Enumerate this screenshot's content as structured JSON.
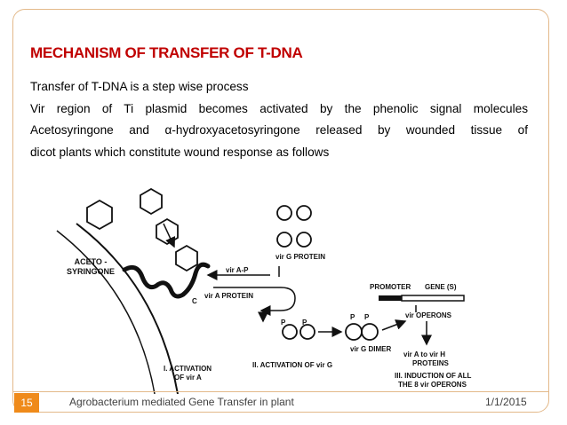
{
  "slide": {
    "title": "MECHANISM OF TRANSFER  OF  T-DNA",
    "lines": [
      "Transfer of T-DNA is a step wise process",
      "Vir region of Ti plasmid becomes activated by the phenolic signal molecules",
      "Acetosyringone and α-hydroxyacetosyringone released by wounded tissue of",
      "dicot plants  which constitute wound response as follows"
    ]
  },
  "figure": {
    "labels": {
      "aceto_line1": "ACETO -",
      "aceto_line2": "SYRINGONE",
      "vir_g_protein": "vir G PROTEIN",
      "vir_ap": "vir A-P",
      "c_label": "C",
      "vir_a_protein": "vir A PROTEIN",
      "promoter": "PROMOTER",
      "genes": "GENE (S)",
      "vir_operons": "vir OPERONS",
      "p1": "P",
      "p2": "P",
      "p3": "P",
      "p4": "P",
      "vir_g_dimer": "vir G DIMER",
      "vir_a_to_h_1": "vir A to vir H",
      "vir_a_to_h_2": "PROTEINS",
      "step1_line1": "I. ACTIVATION",
      "step1_line2": "OF vir A",
      "step2": "II. ACTIVATION OF vir  G",
      "step3_line1": "III. INDUCTION OF ALL",
      "step3_line2": "THE 8 vir OPERONS"
    }
  },
  "footer": {
    "slide_number": "15",
    "title": "Agrobacterium mediated Gene Transfer in plant",
    "date": "1/1/2015"
  },
  "colors": {
    "title": "#c00000",
    "accent": "#ef8a1a",
    "border": "#e3b98a"
  }
}
